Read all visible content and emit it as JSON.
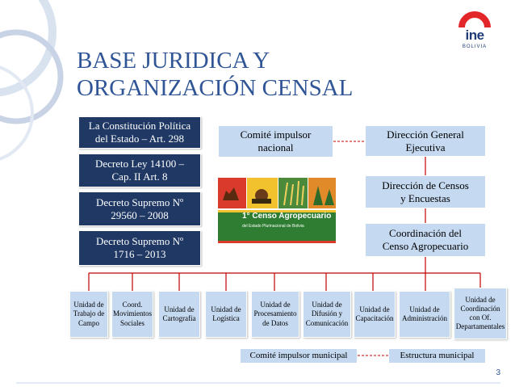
{
  "slide": {
    "title_line1": "BASE JURIDICA Y",
    "title_line2": "ORGANIZACIÓN CENSAL",
    "page_number": "3"
  },
  "logo": {
    "text": "ine",
    "subtext": "BOLIVIA"
  },
  "legal_boxes": [
    {
      "line1": "La Constitución Política",
      "line2": "del Estado – Art. 298"
    },
    {
      "line1": "Decreto Ley 14100 –",
      "line2": "Cap. II Art. 8"
    },
    {
      "line1": "Decreto Supremo Nº",
      "line2": "29560 – 2008"
    },
    {
      "line1": "Decreto Supremo Nº",
      "line2": "1716 – 2013"
    }
  ],
  "org": {
    "comite_impulsor": {
      "line1": "Comité impulsor",
      "line2": "nacional"
    },
    "direccion_general": {
      "line1": "Dirección General",
      "line2": "Ejecutiva"
    },
    "direccion_censos": {
      "line1": "Dirección de Censos",
      "line2": "y Encuestas"
    },
    "coordinacion_censo": {
      "line1": "Coordinación del",
      "line2": "Censo Agropecuario"
    },
    "comite_municipal": "Comité impulsor municipal",
    "estructura_municipal": "Estructura municipal"
  },
  "censo_logo": {
    "title": "1° Censo Agropecuario",
    "subtitle": "del Estado Plurinacional de Bolivia"
  },
  "units": [
    {
      "lines": [
        "Unidad de",
        "Trabajo de",
        "Campo"
      ]
    },
    {
      "lines": [
        "Coord.",
        "Movimientos",
        "Sociales"
      ]
    },
    {
      "lines": [
        "Unidad de",
        "Cartografía"
      ]
    },
    {
      "lines": [
        "Unidad de",
        "Logística"
      ]
    },
    {
      "lines": [
        "Unidad de",
        "Procesamiento",
        "de Datos"
      ]
    },
    {
      "lines": [
        "Unidad de",
        "Difusión y",
        "Comunicación"
      ]
    },
    {
      "lines": [
        "Unidad de",
        "Capacitación"
      ]
    },
    {
      "lines": [
        "Unidad de",
        "Administración"
      ]
    },
    {
      "lines": [
        "Unidad de",
        "Coordinación",
        "con Of.",
        "Departamentales"
      ]
    }
  ],
  "colors": {
    "title": "#2f5597",
    "dark_box": "#1f3864",
    "light_box": "#c5d9f1",
    "connector": "#c00000"
  }
}
